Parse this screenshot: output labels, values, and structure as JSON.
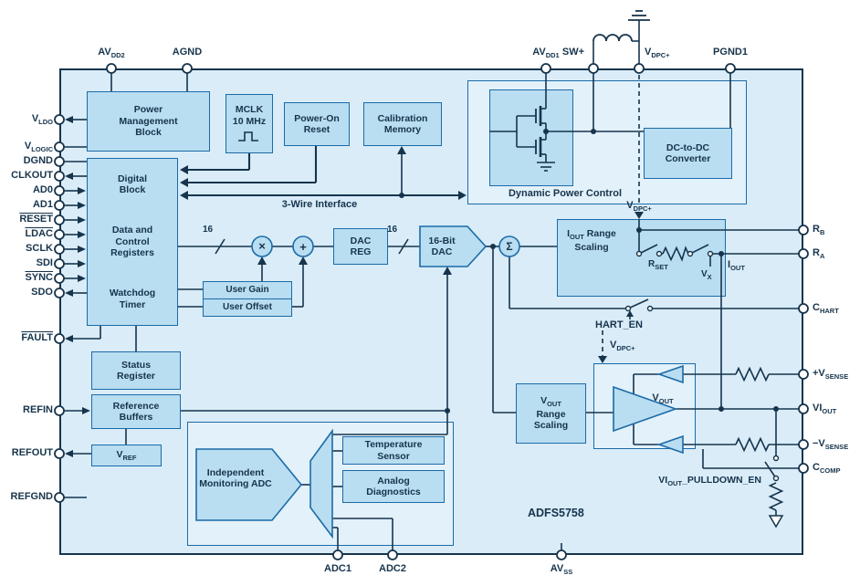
{
  "chip": {
    "part_number": "ADFS5758"
  },
  "colors": {
    "chip_fill": "#d9ecf8",
    "block_fill": "#b9ddf1",
    "block_border": "#1b6ba8",
    "line_navy": "#16344c",
    "panel_fill": "#e3f1fa"
  },
  "pins": {
    "top": [
      {
        "main": "AV",
        "sub": "DD2"
      },
      {
        "main": "AGND",
        "sub": ""
      },
      {
        "main": "AV",
        "sub": "DD1"
      },
      {
        "main": "SW+",
        "sub": ""
      },
      {
        "main": "V",
        "sub": "DPC+"
      },
      {
        "main": "PGND1",
        "sub": ""
      }
    ],
    "left": [
      {
        "main": "V",
        "sub": "LDO"
      },
      {
        "main": "V",
        "sub": "LOGIC"
      },
      {
        "main": "DGND",
        "sub": ""
      },
      {
        "main": "CLKOUT",
        "sub": ""
      },
      {
        "main": "AD0",
        "sub": ""
      },
      {
        "main": "AD1",
        "sub": ""
      },
      {
        "main": "RESET",
        "sub": ""
      },
      {
        "main": "LDAC",
        "sub": ""
      },
      {
        "main": "SCLK",
        "sub": ""
      },
      {
        "main": "SDI",
        "sub": ""
      },
      {
        "main": "SYNC",
        "sub": ""
      },
      {
        "main": "SDO",
        "sub": ""
      },
      {
        "main": "FAULT",
        "sub": ""
      },
      {
        "main": "REFIN",
        "sub": ""
      },
      {
        "main": "REFOUT",
        "sub": ""
      },
      {
        "main": "REFGND",
        "sub": ""
      }
    ],
    "right": [
      {
        "main": "R",
        "sub": "B"
      },
      {
        "main": "R",
        "sub": "A"
      },
      {
        "main": "C",
        "sub": "HART"
      },
      {
        "main": "+V",
        "sub": "SENSE"
      },
      {
        "main": "VI",
        "sub": "OUT"
      },
      {
        "main": "−V",
        "sub": "SENSE"
      },
      {
        "main": "C",
        "sub": "COMP"
      }
    ],
    "bottom": [
      {
        "main": "ADC1",
        "sub": ""
      },
      {
        "main": "ADC2",
        "sub": ""
      },
      {
        "main": "AV",
        "sub": "SS"
      }
    ]
  },
  "blocks": {
    "power_management": "Power Management Block",
    "mclk": "MCLK 10 MHz",
    "power_on_reset": "Power-On Reset",
    "calibration_memory": "Calibration Memory",
    "digital_block": "Digital Block",
    "data_control_registers": "Data and Control Registers",
    "watchdog_timer": "Watchdog Timer",
    "dynamic_power_control": "Dynamic Power Control",
    "dc_to_dc": "DC-to-DC Converter",
    "user_gain": "User Gain",
    "user_offset": "User Offset",
    "dac_reg": "DAC REG",
    "dac_16bit": "16-Bit DAC",
    "iout_range": {
      "main": "I",
      "sub": "OUT",
      "rest": " Range Scaling"
    },
    "vout_range": {
      "main": "V",
      "sub": "OUT",
      "rest": " Range Scaling"
    },
    "status_register": "Status Register",
    "reference_buffers": "Reference Buffers",
    "vref": {
      "main": "V",
      "sub": "REF"
    },
    "monitoring_adc": "Independent Monitoring ADC",
    "temperature_sensor": "Temperature Sensor",
    "analog_diagnostics": "Analog Diagnostics"
  },
  "labels": {
    "three_wire": "3-Wire Interface",
    "bus16_a": "16",
    "bus16_b": "16",
    "multiply": "×",
    "add": "+",
    "sigma": "Σ",
    "vdpc_mid": {
      "main": "V",
      "sub": "DPC+"
    },
    "vdpc_low": {
      "main": "V",
      "sub": "DPC+"
    },
    "rset": {
      "main": "R",
      "sub": "SET"
    },
    "vx": {
      "main": "V",
      "sub": "X"
    },
    "iout": {
      "main": "I",
      "sub": "OUT"
    },
    "hart_en": "HART_EN",
    "vout_amp": {
      "main": "V",
      "sub": "OUT"
    },
    "viout_pulldown": {
      "main": "VI",
      "sub": "OUT",
      "rest": "_PULLDOWN_EN"
    }
  }
}
